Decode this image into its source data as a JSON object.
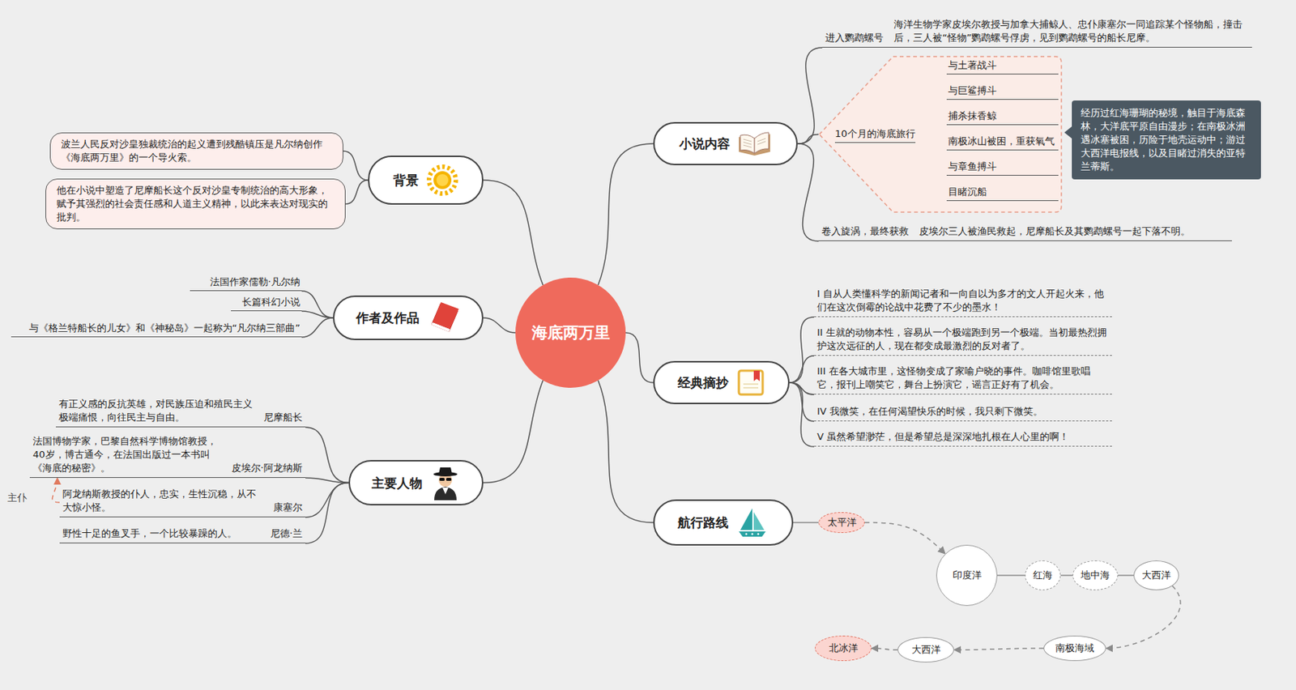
{
  "diagram": {
    "nodes": [
      {
        "text": [
          "海底两万里"
        ]
      },
      {
        "text": [
          "小说内容"
        ]
      },
      {
        "text": [
          "进入鹦鹉螺号",
          "海洋生物学家皮埃尔教授与加拿大捕鲸人、忠仆康塞尔一同追踪某个怪物船，撞击后，三人被“怪物”鹦鹉螺号俘虏，见到鹦鹉螺号的船长尼摩。"
        ]
      },
      {
        "text": [
          "10个月的海底旅行"
        ]
      },
      {
        "text": [
          "与土著战斗"
        ],
        "in": 3
      },
      {
        "text": [
          "与巨鲨搏斗"
        ],
        "in": 3
      },
      {
        "text": [
          "捕杀抹香鲸"
        ],
        "in": 3
      },
      {
        "text": [
          "南极冰山被困，重获氧气"
        ],
        "in": 3
      },
      {
        "text": [
          "与章鱼搏斗"
        ],
        "in": 3
      },
      {
        "text": [
          "目睹沉船"
        ],
        "in": 3
      },
      {
        "text": [
          "经历过红海珊瑚的秘境，触目于海底森林，大洋底平原自由漫步；在南极冰洲遇冰塞被困，历险于地壳运动中；游过大西洋电报线，以及目睹过消失的亚特兰蒂斯。"
        ]
      },
      {
        "text": [
          "卷入旋涡，最终获救",
          "皮埃尔三人被渔民救起，尼摩船长及其鹦鹉螺号一起下落不明。"
        ]
      },
      {
        "text": [
          "经典摘抄"
        ]
      },
      {
        "text": [
          "I 自从人类懂科学的新闻记者和一向自以为多才的文人开起火来，他们在这次倒霉的论战中花费了不少的墨水！"
        ]
      },
      {
        "text": [
          "II 生就的动物本性，容易从一个极端跑到另一个极端。当初最热烈拥护这次远征的人，现在都变成最激烈的反对者了。"
        ]
      },
      {
        "text": [
          "III 在各大城市里，这怪物变成了家喻户晓的事件。咖啡馆里歌唱它，报刊上嘲笑它，舞台上扮演它，谣言正好有了机会。"
        ]
      },
      {
        "text": [
          "IV 我微笑，在任何渴望快乐的时候，我只剩下微笑。"
        ]
      },
      {
        "text": [
          "V 虽然希望渺茫，但是希望总是深深地扎根在人心里的啊！"
        ]
      },
      {
        "text": [
          "航行路线"
        ]
      },
      {
        "text": [
          "太平洋"
        ]
      },
      {
        "text": [
          "印度洋"
        ]
      },
      {
        "text": [
          "红海"
        ]
      },
      {
        "text": [
          "地中海"
        ]
      },
      {
        "text": [
          "大西洋"
        ]
      },
      {
        "text": [
          "南极海域"
        ]
      },
      {
        "text": [
          "大西洋"
        ]
      },
      {
        "text": [
          "北冰洋"
        ]
      },
      {
        "text": [
          "背景"
        ]
      },
      {
        "text": [
          "波兰人民反对沙皇独裁统治的起义遭到残酷镇压是凡尔纳创作《海底两万里》的一个导火索。"
        ]
      },
      {
        "text": [
          "他在小说中塑造了尼摩船长这个反对沙皇专制统治的高大形象，赋予其强烈的社会责任感和人道主义精神，以此来表达对现实的批判。"
        ]
      },
      {
        "text": [
          "作者及作品"
        ]
      },
      {
        "text": [
          "法国作家儒勒·凡尔纳"
        ]
      },
      {
        "text": [
          "长篇科幻小说"
        ]
      },
      {
        "text": [
          "与《格兰特船长的儿女》和《神秘岛》一起称为“凡尔纳三部曲”"
        ]
      },
      {
        "text": [
          "主要人物"
        ]
      },
      {
        "text": [
          "尼摩船长",
          "有正义感的反抗英雄，对民族压迫和殖民主义极端痛恨，向往民主与自由。"
        ]
      },
      {
        "text": [
          "皮埃尔·阿龙纳斯",
          "法国博物学家，巴黎自然科学博物馆教授，40岁，博古通今，在法国出版过一本书叫《海底的秘密》。"
        ]
      },
      {
        "text": [
          "康塞尔",
          "阿龙纳斯教授的仆人，忠实，生性沉稳，从不大惊小怪。"
        ]
      },
      {
        "text": [
          "尼德·兰",
          "野性十足的鱼叉手，一个比较暴躁的人。"
        ]
      }
    ],
    "edges": [
      {
        "from": 0,
        "to": 1,
        "arrow": "none"
      },
      {
        "from": 0,
        "to": 12,
        "arrow": "none"
      },
      {
        "from": 0,
        "to": 18,
        "arrow": "none"
      },
      {
        "from": 0,
        "to": 27,
        "arrow": "none"
      },
      {
        "from": 0,
        "to": 30,
        "arrow": "none"
      },
      {
        "from": 0,
        "to": 34,
        "arrow": "none"
      },
      {
        "from": 1,
        "to": 2,
        "arrow": "none"
      },
      {
        "from": 1,
        "to": 3,
        "arrow": "none"
      },
      {
        "from": 1,
        "to": 11,
        "arrow": "none"
      },
      {
        "from": 3,
        "to": 4,
        "arrow": "none"
      },
      {
        "from": 3,
        "to": 5,
        "arrow": "none"
      },
      {
        "from": 3,
        "to": 6,
        "arrow": "none"
      },
      {
        "from": 3,
        "to": 7,
        "arrow": "none"
      },
      {
        "from": 3,
        "to": 8,
        "arrow": "none"
      },
      {
        "from": 3,
        "to": 9,
        "arrow": "none"
      },
      {
        "from": 12,
        "to": 13,
        "arrow": "none"
      },
      {
        "from": 12,
        "to": 14,
        "arrow": "none"
      },
      {
        "from": 12,
        "to": 15,
        "arrow": "none"
      },
      {
        "from": 12,
        "to": 16,
        "arrow": "none"
      },
      {
        "from": 12,
        "to": 17,
        "arrow": "none"
      },
      {
        "from": 18,
        "to": 19,
        "arrow": "none"
      },
      {
        "from": 19,
        "to": 20,
        "arrow": "to"
      },
      {
        "from": 20,
        "to": 21,
        "arrow": "none"
      },
      {
        "from": 21,
        "to": 22,
        "arrow": "none"
      },
      {
        "from": 22,
        "to": 23,
        "arrow": "none"
      },
      {
        "from": 23,
        "to": 24,
        "arrow": "to"
      },
      {
        "from": 24,
        "to": 25,
        "arrow": "to"
      },
      {
        "from": 25,
        "to": 26,
        "arrow": "to"
      },
      {
        "from": 27,
        "to": 28,
        "arrow": "none"
      },
      {
        "from": 27,
        "to": 29,
        "arrow": "none"
      },
      {
        "from": 30,
        "to": 31,
        "arrow": "none"
      },
      {
        "from": 30,
        "to": 32,
        "arrow": "none"
      },
      {
        "from": 30,
        "to": 33,
        "arrow": "none"
      },
      {
        "from": 34,
        "to": 35,
        "arrow": "none"
      },
      {
        "from": 34,
        "to": 36,
        "arrow": "none"
      },
      {
        "from": 34,
        "to": 37,
        "arrow": "none"
      },
      {
        "from": 34,
        "to": 38,
        "arrow": "none"
      },
      {
        "from": 37,
        "to": 36,
        "label": "主仆",
        "arrow": "to"
      }
    ]
  }
}
